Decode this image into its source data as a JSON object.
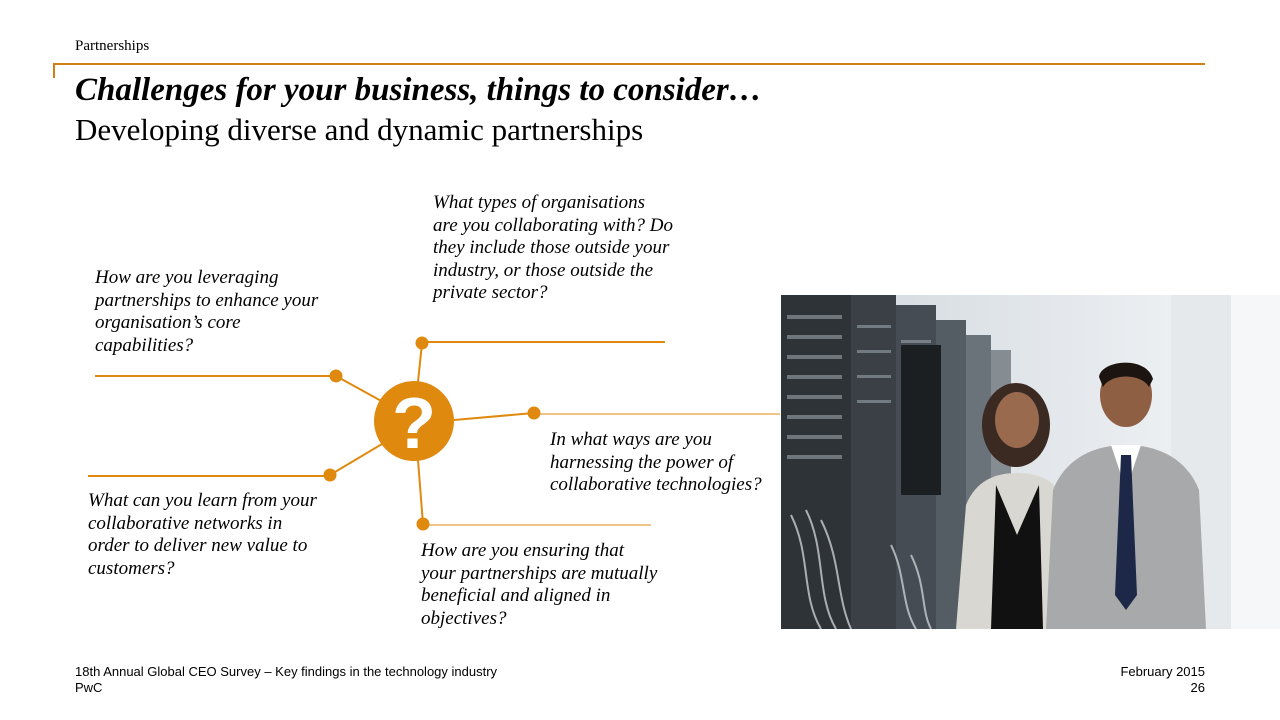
{
  "header": {
    "section_label": "Partnerships"
  },
  "slide": {
    "title": "Challenges for your business, things to consider…",
    "subtitle": "Developing diverse and dynamic partnerships"
  },
  "questions": {
    "top_left": "How are you leveraging partnerships to enhance your organisation’s core capabilities?",
    "top_center": "What types of organisations are you collaborating with? Do they include those outside your industry, or those outside the private sector?",
    "right": "In what ways are you harnessing the power of collaborative technologies?",
    "bottom_left": "What can you learn from your collaborative networks in order to deliver new value to customers?",
    "bottom_center": "How are you ensuring that your partnerships are mutually beneficial and aligned in objectives?"
  },
  "diagram": {
    "center_symbol": "?",
    "icon": "question-mark-icon"
  },
  "colors": {
    "accent": "#e0890f",
    "rule": "#d17e14",
    "text": "#000000"
  },
  "footer": {
    "left_line1": "18th Annual Global CEO Survey – Key findings in the technology industry",
    "left_line2": "PwC",
    "right_line1": "February 2015",
    "right_line2": "26"
  }
}
